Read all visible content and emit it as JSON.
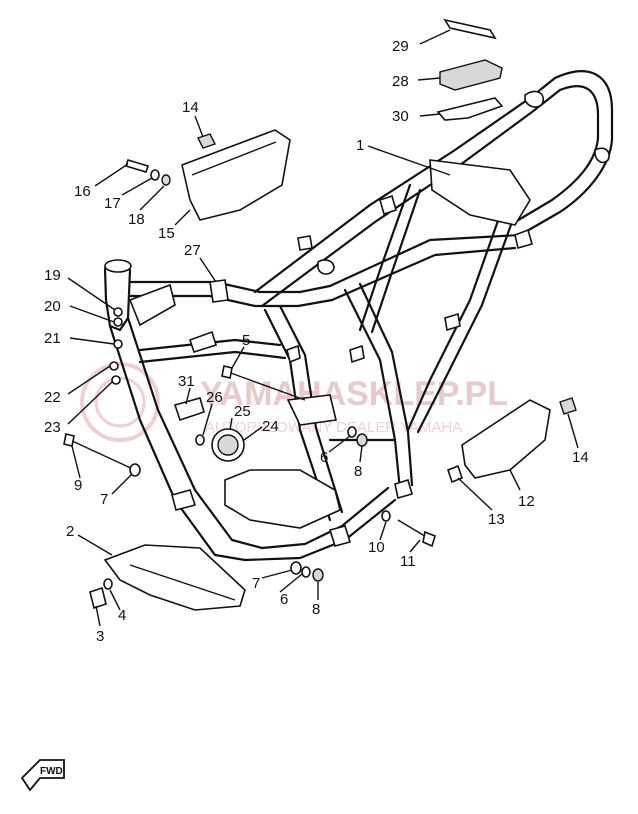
{
  "watermark": {
    "main": "YAMAHASKLEP.PL",
    "sub": "AUTORYZOWANY DEALER YAMAHA"
  },
  "fwd_label": "FWD",
  "callouts": [
    {
      "id": "1",
      "label": "1"
    },
    {
      "id": "2",
      "label": "2"
    },
    {
      "id": "3",
      "label": "3"
    },
    {
      "id": "4",
      "label": "4"
    },
    {
      "id": "5",
      "label": "5"
    },
    {
      "id": "6a",
      "label": "6"
    },
    {
      "id": "6b",
      "label": "6"
    },
    {
      "id": "7a",
      "label": "7"
    },
    {
      "id": "7b",
      "label": "7"
    },
    {
      "id": "8a",
      "label": "8"
    },
    {
      "id": "8b",
      "label": "8"
    },
    {
      "id": "9",
      "label": "9"
    },
    {
      "id": "10",
      "label": "10"
    },
    {
      "id": "11",
      "label": "11"
    },
    {
      "id": "12",
      "label": "12"
    },
    {
      "id": "13",
      "label": "13"
    },
    {
      "id": "14a",
      "label": "14"
    },
    {
      "id": "14b",
      "label": "14"
    },
    {
      "id": "15",
      "label": "15"
    },
    {
      "id": "16",
      "label": "16"
    },
    {
      "id": "17",
      "label": "17"
    },
    {
      "id": "18",
      "label": "18"
    },
    {
      "id": "19",
      "label": "19"
    },
    {
      "id": "20",
      "label": "20"
    },
    {
      "id": "21",
      "label": "21"
    },
    {
      "id": "22",
      "label": "22"
    },
    {
      "id": "23",
      "label": "23"
    },
    {
      "id": "24",
      "label": "24"
    },
    {
      "id": "25",
      "label": "25"
    },
    {
      "id": "26",
      "label": "26"
    },
    {
      "id": "27",
      "label": "27"
    },
    {
      "id": "28",
      "label": "28"
    },
    {
      "id": "29",
      "label": "29"
    },
    {
      "id": "30",
      "label": "30"
    },
    {
      "id": "31",
      "label": "31"
    }
  ]
}
